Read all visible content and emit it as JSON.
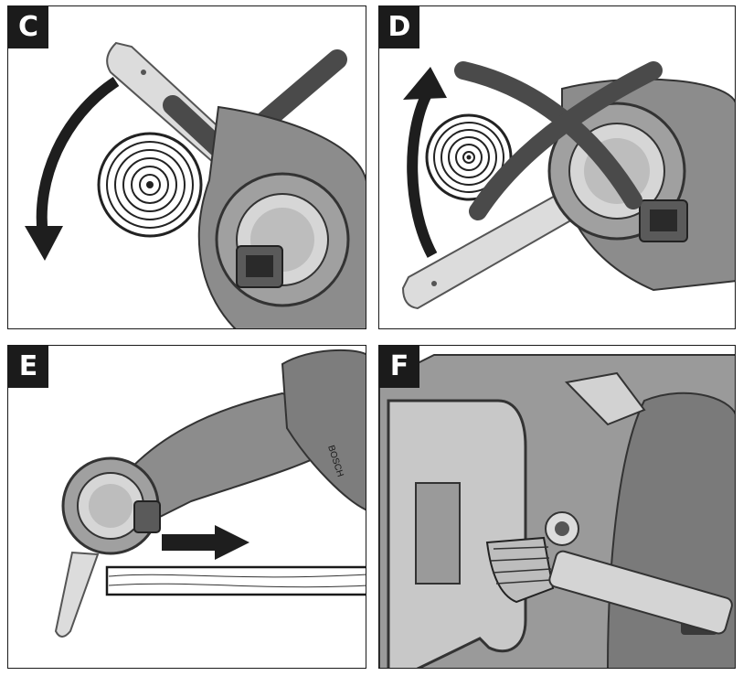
{
  "panels": [
    {
      "letter": "C",
      "scene": "correct-cut-direction"
    },
    {
      "letter": "D",
      "scene": "incorrect-cut-direction"
    },
    {
      "letter": "E",
      "scene": "push-cut-board"
    },
    {
      "letter": "F",
      "scene": "brush-cleaning"
    }
  ],
  "tool_label": "BOSCH",
  "colors": {
    "border": "#1a1a1a",
    "tag_bg": "#1b1b1b",
    "tag_text": "#ffffff",
    "arrow": "#1e1e1e",
    "check": "#4a4a4a",
    "tool": "#8c8c8c",
    "blade": "#dcdcdc"
  }
}
